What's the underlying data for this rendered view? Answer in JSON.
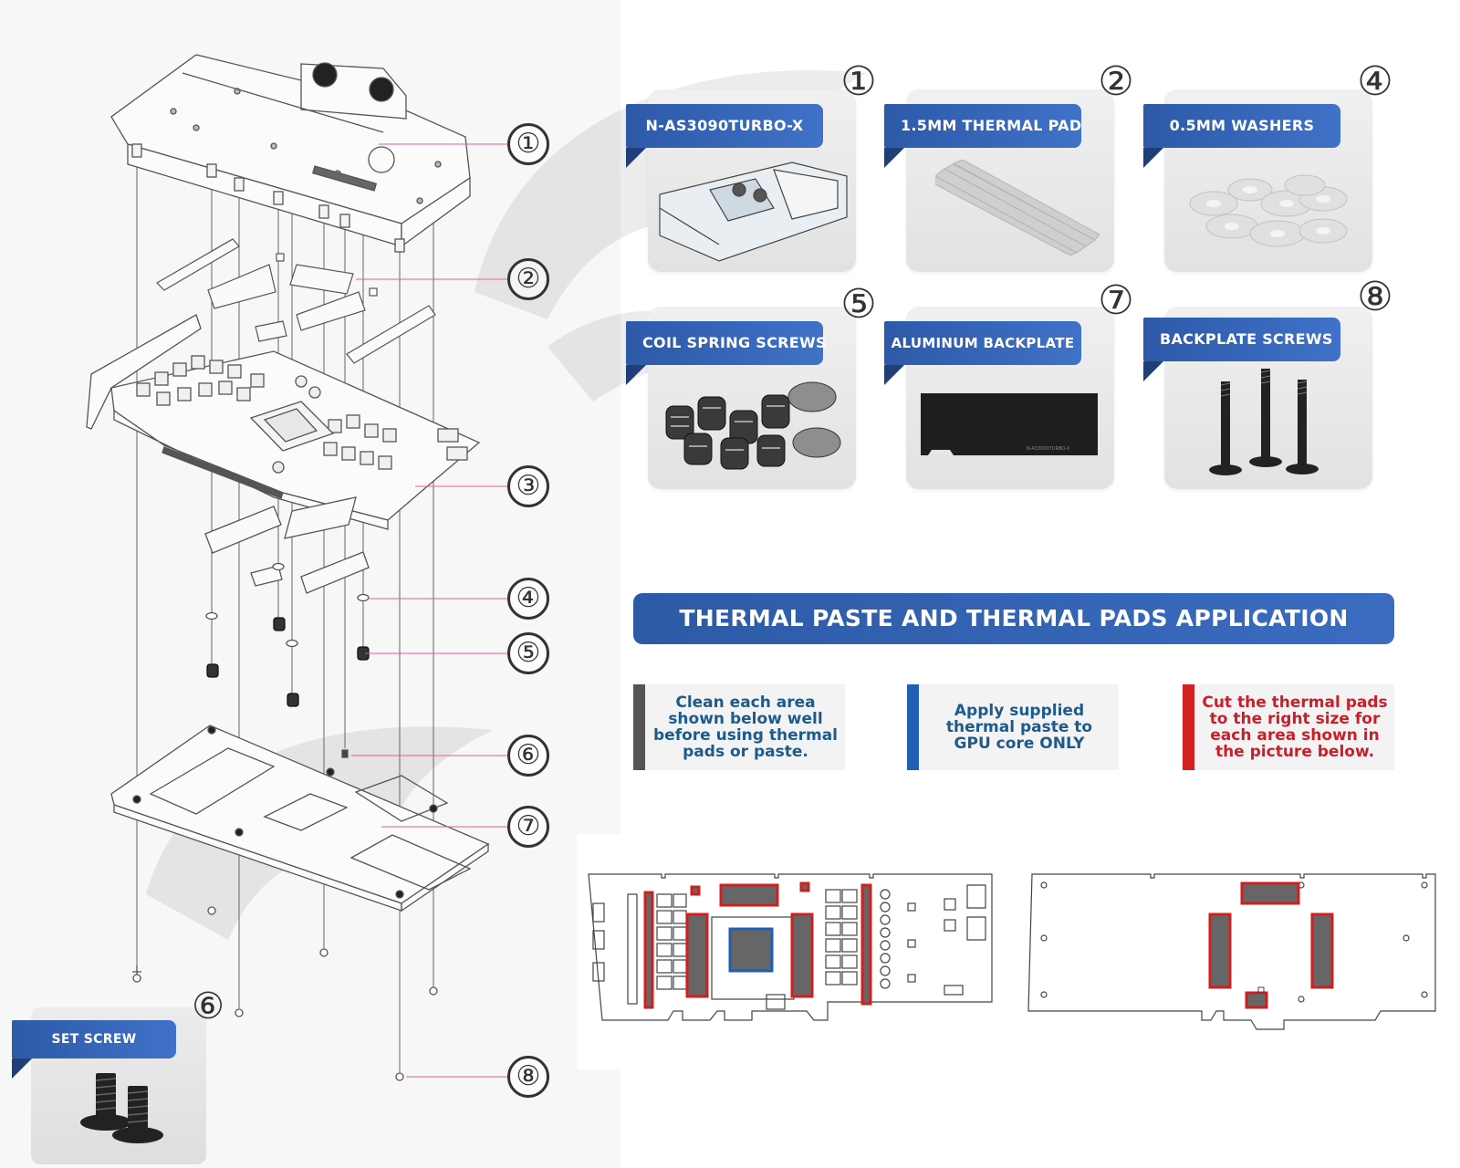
{
  "diagram": {
    "callouts": [
      "①",
      "②",
      "③",
      "④",
      "⑤",
      "⑥",
      "⑦",
      "⑧"
    ]
  },
  "parts": [
    {
      "number": "①",
      "label": "N-AS3090TURBO-X"
    },
    {
      "number": "②",
      "label": "1.5MM THERMAL PAD"
    },
    {
      "number": "④",
      "label": "0.5MM WASHERS"
    },
    {
      "number": "⑤",
      "label": "COIL SPRING SCREWS"
    },
    {
      "number": "⑦",
      "label": "ALUMINUM BACKPLATE"
    },
    {
      "number": "⑧",
      "label": "BACKPLATE SCREWS"
    }
  ],
  "set_screw": {
    "number": "⑥",
    "label": "SET SCREW"
  },
  "banner": "THERMAL PASTE AND THERMAL PADS APPLICATION",
  "notes": [
    {
      "text": "Clean each area shown below well before using thermal pads or paste.",
      "bar_color": "#555555",
      "text_color": "#1e5a8a"
    },
    {
      "text": "Apply supplied thermal paste to GPU core ONLY",
      "bar_color": "#1f5fb4",
      "text_color": "#1e5a8a"
    },
    {
      "text": "Cut the thermal pads to the right size for each area shown in the picture below.",
      "bar_color": "#d21f1f",
      "text_color": "#c8202a"
    }
  ],
  "colors": {
    "pad_outline": "#d11f1f",
    "pad_fill": "#666666",
    "paste_outline": "#1e5fb5",
    "brand_blue": "#2d59a8"
  }
}
